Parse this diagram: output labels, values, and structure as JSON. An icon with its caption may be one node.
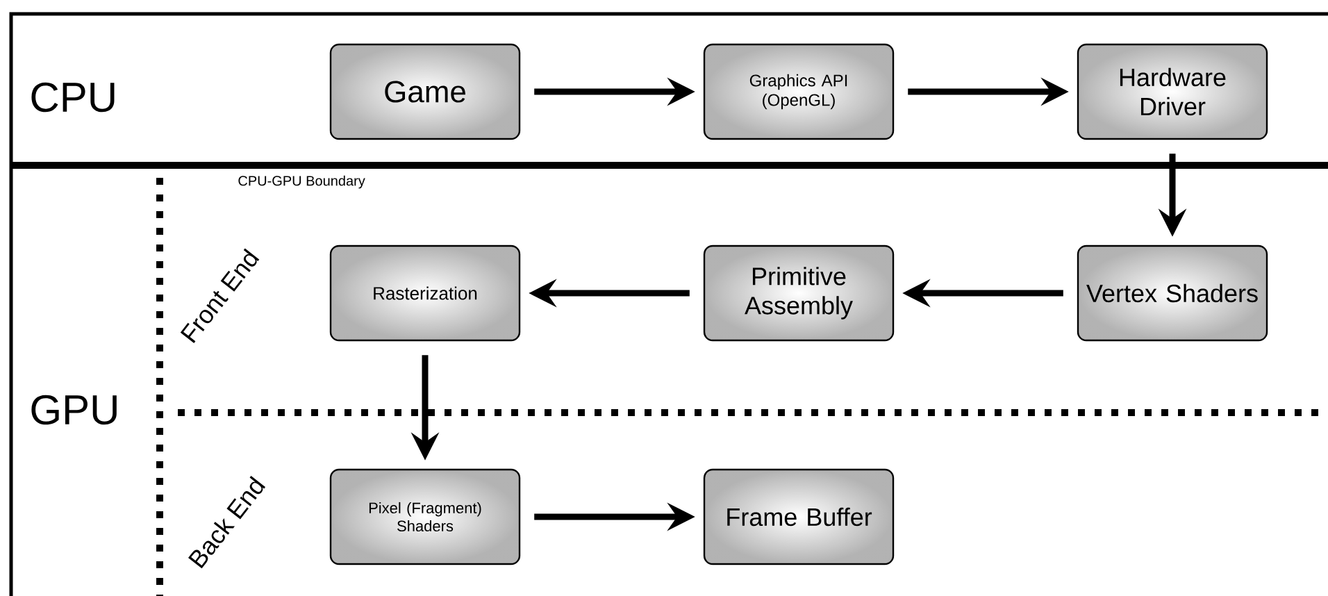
{
  "diagram": {
    "nodes": [
      {
        "text": [
          "Game"
        ]
      },
      {
        "text": [
          "Graphics API (OpenGL)"
        ]
      },
      {
        "text": [
          "Hardware Driver"
        ]
      },
      {
        "text": [
          "Vertex Shaders"
        ]
      },
      {
        "text": [
          "Primitive Assembly"
        ]
      },
      {
        "text": [
          "Rasterization"
        ]
      },
      {
        "text": [
          "Pixel (Fragment) Shaders"
        ]
      },
      {
        "text": [
          "Frame Buffer"
        ]
      }
    ],
    "edges": [
      {
        "from": 0,
        "to": 1,
        "arrow": "to"
      },
      {
        "from": 1,
        "to": 2,
        "arrow": "to"
      },
      {
        "from": 2,
        "to": 3,
        "arrow": "to"
      },
      {
        "from": 3,
        "to": 4,
        "arrow": "to"
      },
      {
        "from": 4,
        "to": 5,
        "arrow": "to"
      },
      {
        "from": 5,
        "to": 6,
        "arrow": "to"
      },
      {
        "from": 6,
        "to": 7,
        "arrow": "to"
      }
    ],
    "labels": [
      "CPU",
      "CPU-GPU Boundary",
      "Front End",
      "GPU",
      "Back End"
    ]
  }
}
